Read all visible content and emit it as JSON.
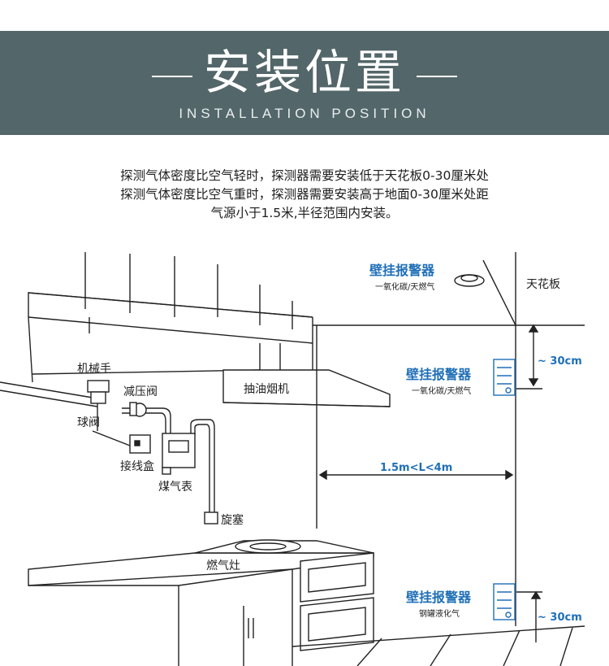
{
  "banner": {
    "title": "安装位置",
    "subtitle": "INSTALLATION POSITION"
  },
  "description": {
    "line1": "探测气体密度比空气轻时，探测器需要安装低于天花板0-30厘米处",
    "line2": "探测气体密度比空气重时，探测器需要安装高于地面0-30厘米处距",
    "line3": "气源小于1.5米,半径范围内安装。"
  },
  "diagram": {
    "mechanical_hand": "机械手",
    "pressure_valve": "减压阀",
    "ball_valve": "球阀",
    "junction_box": "接线盒",
    "gas_meter": "煤气表",
    "plug_valve": "旋塞",
    "gas_stove": "燃气灶",
    "range_hood": "抽油烟机",
    "ceiling": "天花板",
    "alarm_top_title": "壁挂报警器",
    "alarm_top_sub": "一氧化碳/天燃气",
    "alarm_mid_title": "壁挂报警器",
    "alarm_mid_sub": "一氧化碳/天燃气",
    "alarm_bottom_title": "壁挂报警器",
    "alarm_bottom_sub": "钢罐液化气",
    "dim_top": "~ 30cm",
    "dim_bottom": "~ 30cm",
    "distance": "1.5m<L<4m",
    "accent_color": "#1f6fb7"
  }
}
